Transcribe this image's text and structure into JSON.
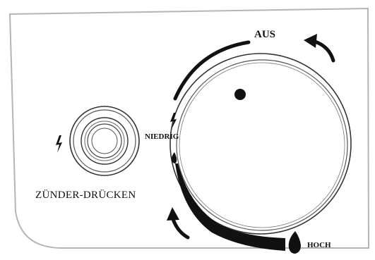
{
  "labels": {
    "off": "AUS",
    "low": "NIEDRIG",
    "high": "HOCH",
    "igniter": "ZÜNDER-DRÜCKEN"
  },
  "icons": {
    "ignition_flash": "lightning-bolt-icon",
    "flame": "flame-icon",
    "rotate_counterclockwise": "curved-arrow-icon",
    "rotate_clockwise": "curved-arrow-icon"
  },
  "colors": {
    "stroke": "#222222",
    "panel_border": "#b5b5b5",
    "background": "#ffffff"
  }
}
